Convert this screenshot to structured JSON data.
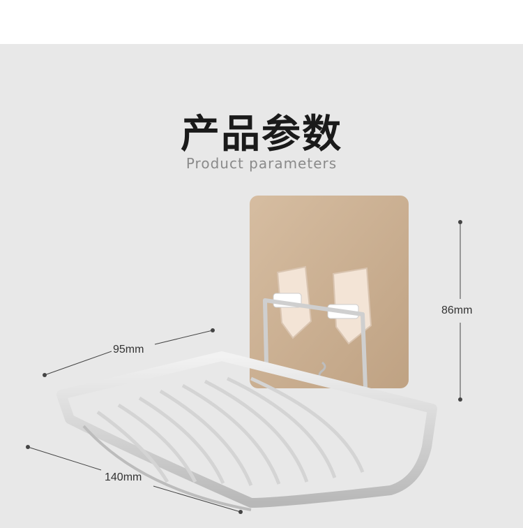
{
  "header": {
    "title": "产品参数",
    "subtitle": "Product parameters"
  },
  "dimensions": {
    "depth": "95mm",
    "width": "140mm",
    "height": "86mm"
  },
  "colors": {
    "background": "#e8e8e8",
    "mount_plate": "#c9ad8f",
    "metal": "#cfcfcf",
    "text": "#1a1a1a"
  }
}
